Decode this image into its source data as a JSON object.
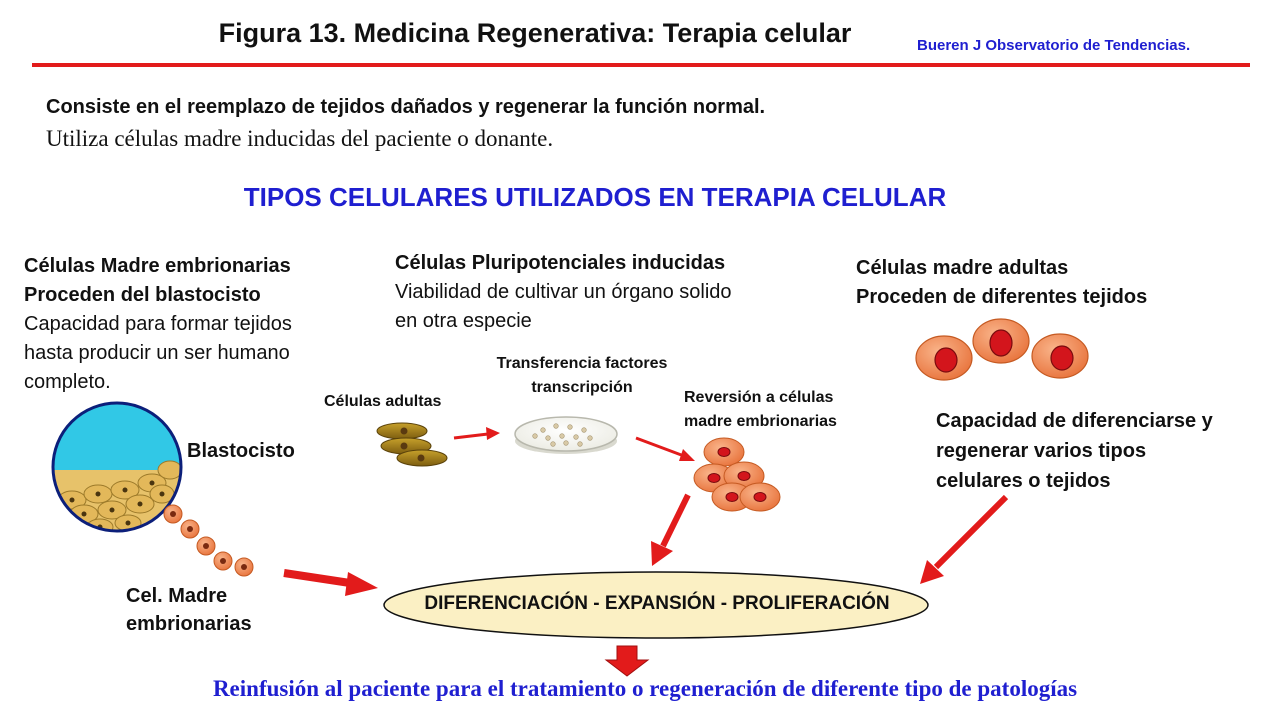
{
  "header": {
    "title": "Figura 13. Medicina Regenerativa: Terapia celular",
    "author": "Bueren J Observatorio  de Tendencias."
  },
  "intro": {
    "line1": "Consiste en el reemplazo de tejidos dañados y regenerar la función normal.",
    "line2": "Utiliza células madre inducidas del paciente o donante."
  },
  "heading": "TIPOS CELULARES UTILIZADOS EN TERAPIA CELULAR",
  "embryonic": {
    "title1": "Células Madre embrionarias",
    "title2": "Proceden del blastocisto",
    "desc1": "Capacidad para formar tejidos",
    "desc2": "hasta producir un ser humano",
    "desc3": "completo.",
    "blastocyst_label": "Blastocisto",
    "cells_label1": "Cel. Madre",
    "cells_label2": "embrionarias"
  },
  "ips": {
    "title": "Células Pluripotenciales inducidas",
    "desc1": "Viabilidad de cultivar un órgano solido",
    "desc2": "en otra especie",
    "adult_cells_label": "Células  adultas",
    "transfer_label1": "Transferencia  factores",
    "transfer_label2": "transcripción",
    "reversion_label1": "Reversión a células",
    "reversion_label2": "madre embrionarias"
  },
  "adult": {
    "title1": "Células madre adultas",
    "title2": "Proceden de diferentes tejidos",
    "capacity1": "Capacidad de diferenciarse y",
    "capacity2": "regenerar varios tipos",
    "capacity3": "celulares o tejidos"
  },
  "process": "DIFERENCIACIÓN - EXPANSIÓN - PROLIFERACIÓN",
  "footer": "Reinfusión al paciente para el tratamiento o regeneración de diferente tipo de patologías",
  "colors": {
    "accent_blue": "#1f1fd0",
    "arrow_red": "#e21b1b",
    "ellipse_fill": "#fbf0c4"
  }
}
